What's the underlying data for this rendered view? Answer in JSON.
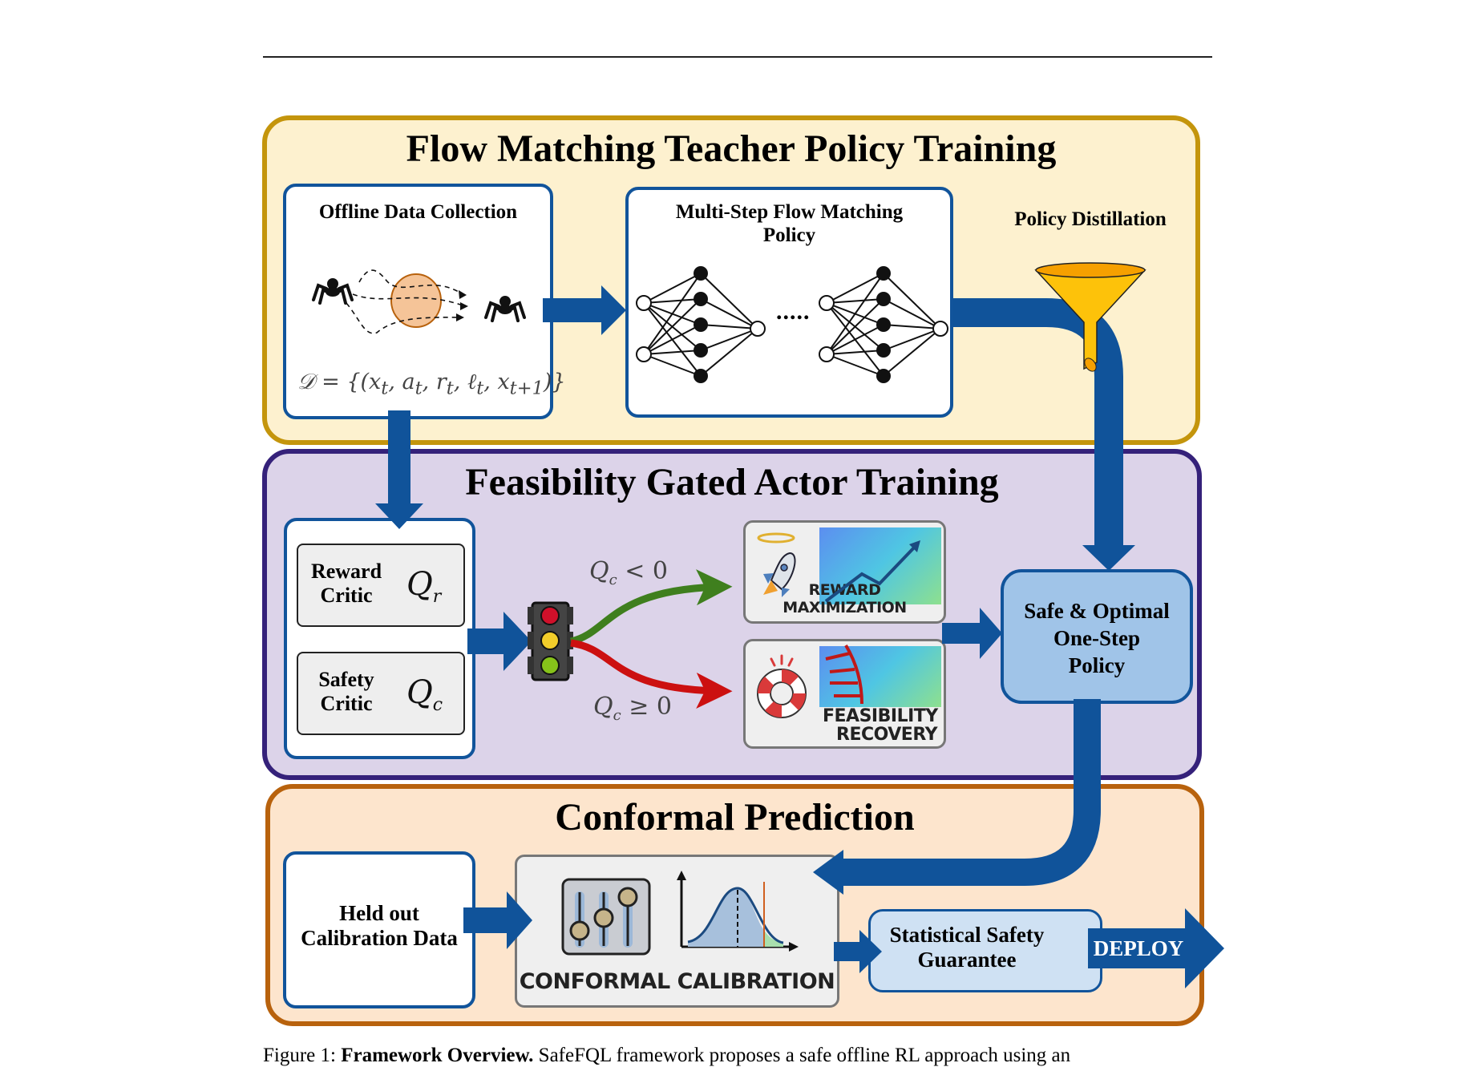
{
  "figure": {
    "panels": {
      "teacher": {
        "title": "Flow Matching Teacher Policy Training",
        "offline_box": {
          "title": "Offline Data Collection",
          "dataset_formula": "𝒟 = {(x_t, a_t, r_t, ℓ_t, x_{t+1})}",
          "formula_parts": {
            "lhs": "𝒟 = {(",
            "x": "x",
            "a": "a",
            "r": "r",
            "l": "ℓ",
            "sub_t": "t",
            "sub_t1": "t+1",
            "close": ")}"
          }
        },
        "flow_box": {
          "title_line1": "Multi-Step Flow Matching",
          "title_line2": "Policy",
          "ellipsis": "....."
        },
        "distillation_label": "Policy Distillation"
      },
      "actor": {
        "title": "Feasibility Gated Actor Training",
        "reward_critic": {
          "line1": "Reward",
          "line2": "Critic",
          "symbol": "Q",
          "sub": "r"
        },
        "safety_critic": {
          "line1": "Safety",
          "line2": "Critic",
          "symbol": "Q",
          "sub": "c"
        },
        "gate_safe": {
          "symbol": "Q",
          "sub": "c",
          "relation": "< 0"
        },
        "gate_unsafe": {
          "symbol": "Q",
          "sub": "c",
          "relation": "≥ 0"
        },
        "reward_max_label": "REWARD MAXIMIZATION",
        "feasibility_label_line1": "FEASIBILITY",
        "feasibility_label_line2": "RECOVERY",
        "policy_box": {
          "line1": "Safe & Optimal",
          "line2": "One-Step",
          "line3": "Policy"
        }
      },
      "conformal": {
        "title": "Conformal Prediction",
        "held_out": {
          "line1": "Held out",
          "line2": "Calibration Data"
        },
        "calibration_label": "CONFORMAL CALIBRATION",
        "guarantee": {
          "line1": "Statistical Safety",
          "line2": "Guarantee"
        },
        "deploy_label": "DEPLOY"
      }
    },
    "caption": {
      "prefix": "Figure 1: ",
      "bold": "Framework Overview.",
      "text": " SafeFQL framework proposes a safe offline RL approach using an"
    },
    "colors": {
      "arrow_blue": "#10539a",
      "safe_green": "#3f7f1e",
      "unsafe_red": "#cc1010",
      "funnel": "#fdc20a",
      "policy_box_fill": "#a0c4e8",
      "guarantee_fill": "#cfe1f3"
    }
  }
}
